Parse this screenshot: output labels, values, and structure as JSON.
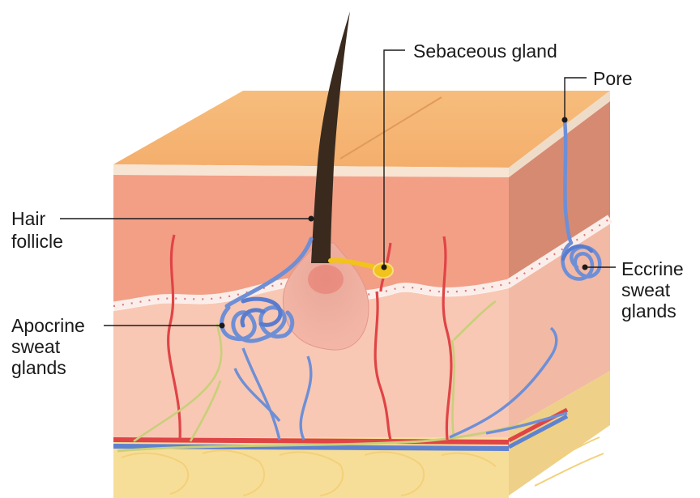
{
  "labels": {
    "sebaceous": "Sebaceous gland",
    "pore": "Pore",
    "hair_line1": "Hair",
    "hair_line2": "follicle",
    "eccrine_line1": "Eccrine",
    "eccrine_line2": "sweat",
    "eccrine_line3": "glands",
    "apocrine_line1": "Apocrine",
    "apocrine_line2": "sweat",
    "apocrine_line3": "glands"
  },
  "colors": {
    "epidermis_top": "#f6b878",
    "epidermis_side": "#d98b72",
    "dermis_front": "#f3a58e",
    "dermis_lower": "#f9c9b6",
    "fat": "#f7df97",
    "hair": "#3a2a1e",
    "vein": "#6e8fd6",
    "artery": "#e04446",
    "nerve": "#c9cf7a",
    "sebaceous": "#f2c21d"
  }
}
